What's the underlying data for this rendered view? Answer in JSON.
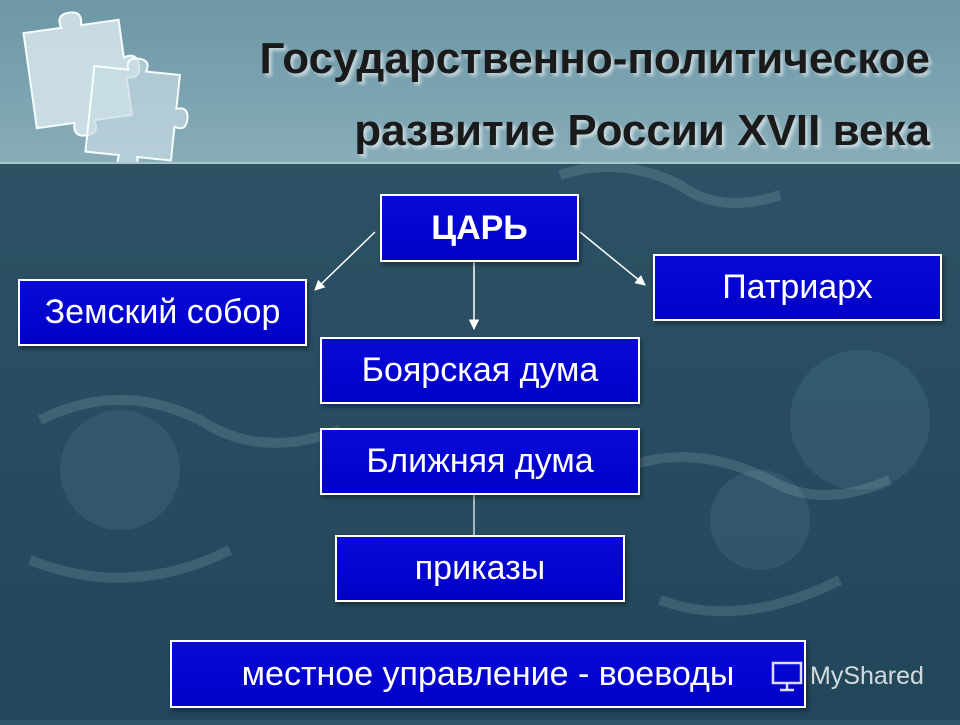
{
  "title": {
    "line1": "Государственно-политическое",
    "line2": "развитие России XVII века"
  },
  "diagram": {
    "nodes": {
      "tsar": "ЦАРЬ",
      "zemsky_sobor": "Земский собор",
      "patriarch": "Патриарх",
      "boyar_duma": "Боярская дума",
      "near_duma": "Ближняя дума",
      "prikazy": "приказы",
      "local_government": "местное управление - воеводы"
    },
    "edges": [
      {
        "from": "ЦАРЬ",
        "to": "Земский собор"
      },
      {
        "from": "ЦАРЬ",
        "to": "Патриарх"
      },
      {
        "from": "ЦАРЬ",
        "to": "Боярская дума"
      },
      {
        "from": "Ближняя дума",
        "to": "приказы"
      }
    ]
  },
  "watermark": {
    "text": "MyShared",
    "icon": "presentation-screen-icon"
  },
  "colors": {
    "box_fill": "#0000c8",
    "box_border": "#ffffff",
    "background": "#2a4f62",
    "header": "#7ba2b0"
  }
}
